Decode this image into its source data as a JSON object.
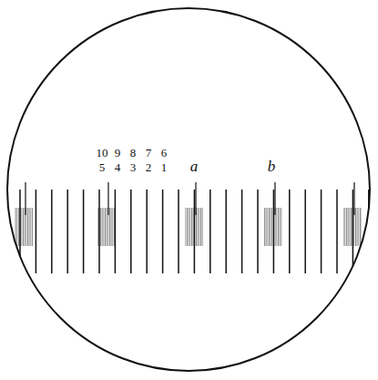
{
  "diagram": {
    "labels": [
      "10",
      "9",
      "8",
      "7",
      "6",
      "5",
      "4",
      "3",
      "2",
      "1",
      "a",
      "b"
    ]
  }
}
